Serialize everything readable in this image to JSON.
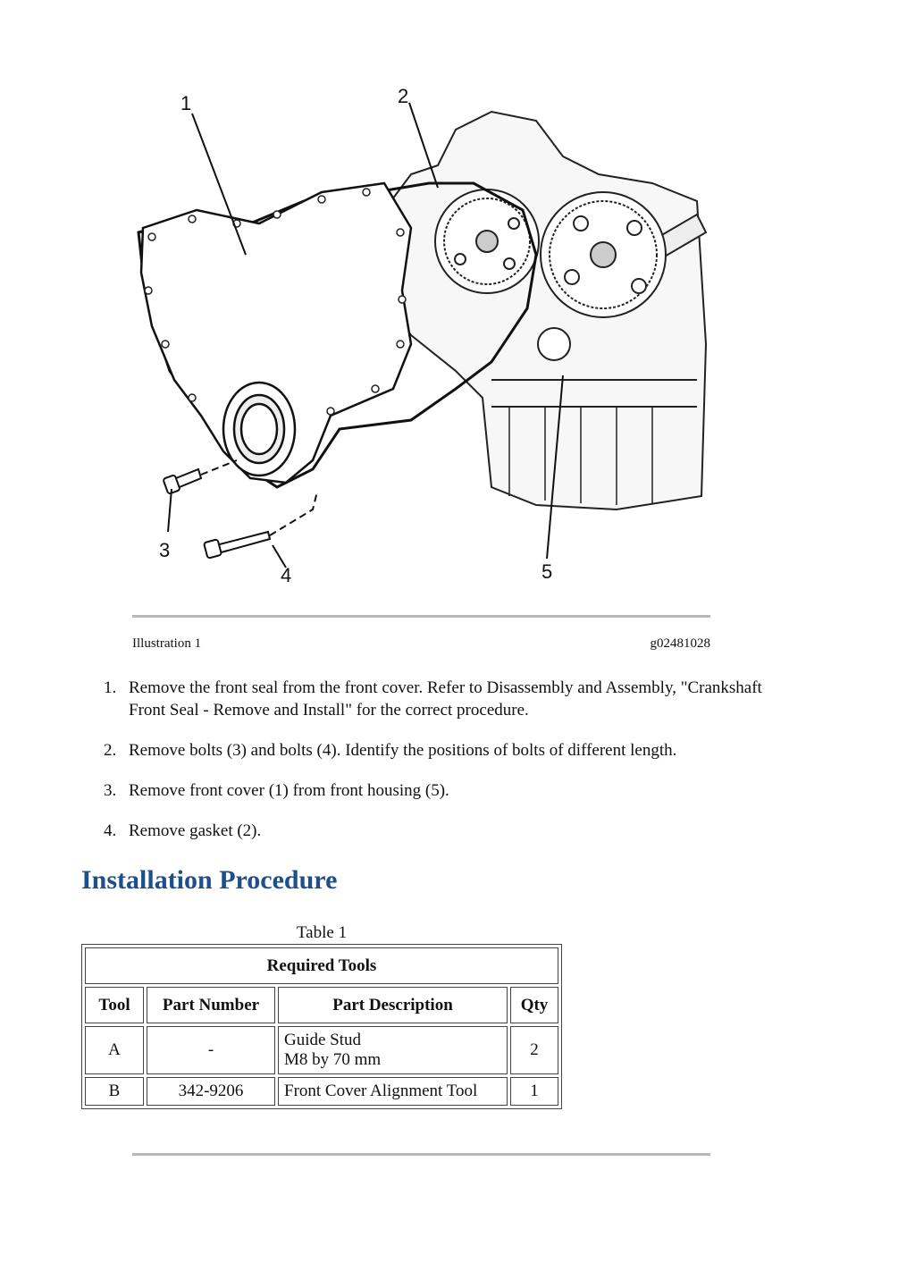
{
  "figure": {
    "callouts": [
      "1",
      "2",
      "3",
      "4",
      "5"
    ],
    "caption_left": "Illustration 1",
    "caption_right": "g02481028"
  },
  "steps": [
    {
      "num": "1.",
      "text": "Remove the front seal from the front cover. Refer to Disassembly and Assembly, \"Crankshaft Front Seal - Remove and Install\" for the correct procedure."
    },
    {
      "num": "2.",
      "text": "Remove bolts (3) and bolts (4). Identify the positions of bolts of different length."
    },
    {
      "num": "3.",
      "text": "Remove front cover (1) from front housing (5)."
    },
    {
      "num": "4.",
      "text": "Remove gasket (2)."
    }
  ],
  "section": {
    "title": "Installation Procedure"
  },
  "table": {
    "caption": "Table 1",
    "title": "Required Tools",
    "headers": [
      "Tool",
      "Part Number",
      "Part Description",
      "Qty"
    ],
    "rows": [
      {
        "tool": "A",
        "part_number": "-",
        "desc_line1": "Guide Stud",
        "desc_line2": "M8 by 70 mm",
        "qty": "2"
      },
      {
        "tool": "B",
        "part_number": "342-9206",
        "desc_line1": "Front Cover Alignment Tool",
        "desc_line2": "",
        "qty": "1"
      }
    ]
  }
}
